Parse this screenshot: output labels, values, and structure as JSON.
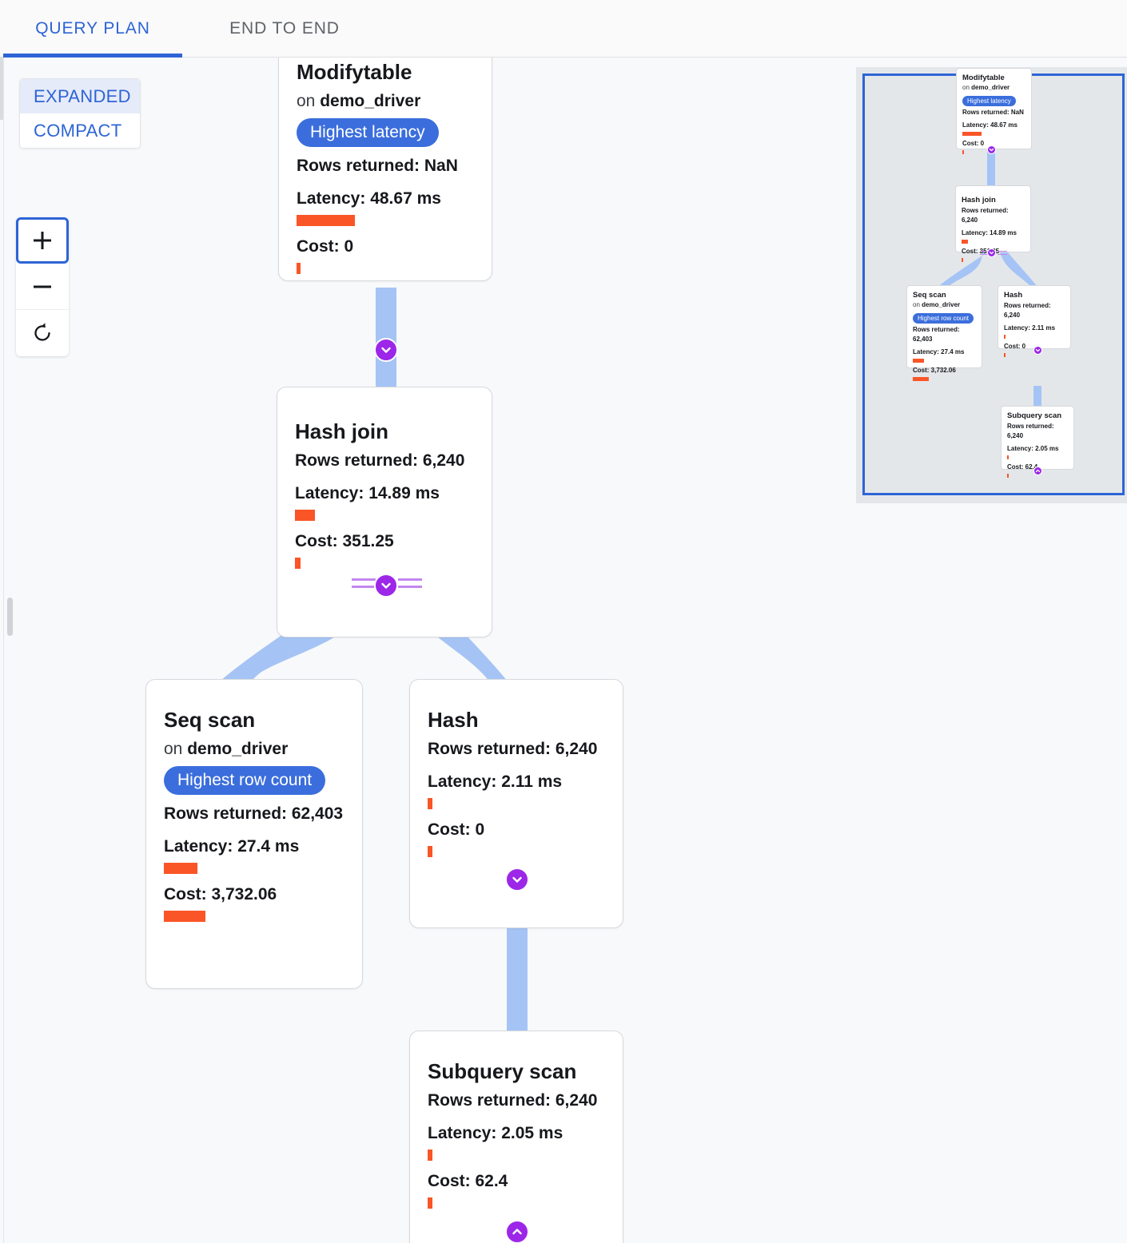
{
  "tabs": [
    {
      "label": "QUERY PLAN",
      "active": true
    },
    {
      "label": "END TO END",
      "active": false
    }
  ],
  "controls": {
    "mode_options": [
      {
        "label": "EXPANDED",
        "selected": true
      },
      {
        "label": "COMPACT",
        "selected": false
      }
    ],
    "zoom_in_label": "+",
    "zoom_out_label": "−",
    "reset_icon": "reset-rotate-icon"
  },
  "colors": {
    "accent_blue": "#2e64d6",
    "pill_blue": "#3b6edc",
    "edge_blue": "#a5c4f5",
    "bar_orange": "#fa5527",
    "chevron_purple": "#9c27e8",
    "branch_rule_purple": "#c387f0",
    "canvas_bg": "#f8f9fb",
    "minimap_bg": "#e4e7ea"
  },
  "plan": {
    "nodes": [
      {
        "id": "modifytable",
        "title": "Modifytable",
        "relation_prefix": "on ",
        "relation": "demo_driver",
        "badge": "Highest latency",
        "rows_label": "Rows returned: NaN",
        "latency_label": "Latency: 48.67 ms",
        "latency_bar_width": 73,
        "cost_label": "Cost: 0",
        "cost_bar_width": 5
      },
      {
        "id": "hash-join",
        "title": "Hash join",
        "relation_prefix": null,
        "relation": null,
        "badge": null,
        "rows_label": "Rows returned: 6,240",
        "latency_label": "Latency: 14.89 ms",
        "latency_bar_width": 25,
        "cost_label": "Cost: 351.25",
        "cost_bar_width": 7
      },
      {
        "id": "seq-scan",
        "title": "Seq scan",
        "relation_prefix": "on ",
        "relation": "demo_driver",
        "badge": "Highest row count",
        "rows_label": "Rows returned: 62,403",
        "latency_label": "Latency: 27.4 ms",
        "latency_bar_width": 42,
        "cost_label": "Cost: 3,732.06",
        "cost_bar_width": 52
      },
      {
        "id": "hash",
        "title": "Hash",
        "relation_prefix": null,
        "relation": null,
        "badge": null,
        "rows_label": "Rows returned: 6,240",
        "latency_label": "Latency: 2.11 ms",
        "latency_bar_width": 6,
        "cost_label": "Cost: 0",
        "cost_bar_width": 5
      },
      {
        "id": "subquery-scan",
        "title": "Subquery scan",
        "relation_prefix": null,
        "relation": null,
        "badge": null,
        "rows_label": "Rows returned: 6,240",
        "latency_label": "Latency: 2.05 ms",
        "latency_bar_width": 6,
        "cost_label": "Cost: 62.4",
        "cost_bar_width": 5
      }
    ],
    "edges": [
      {
        "from": "modifytable",
        "to": "hash-join"
      },
      {
        "from": "hash-join",
        "to": "seq-scan"
      },
      {
        "from": "hash-join",
        "to": "hash"
      },
      {
        "from": "hash",
        "to": "subquery-scan"
      }
    ]
  },
  "minimap": {
    "name": "plan-minimap",
    "viewport_visible": true
  }
}
